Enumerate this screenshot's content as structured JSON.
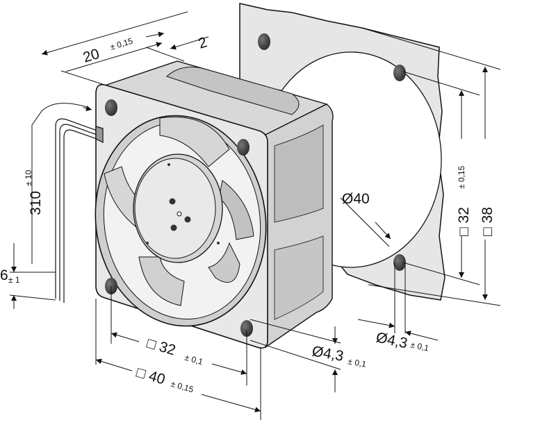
{
  "title": "Fan dimensional drawing",
  "dimensions": {
    "depth": {
      "value": "20",
      "tol": "± 0,15"
    },
    "flange": {
      "value": "2"
    },
    "cable_length": {
      "value": "310",
      "tol": "± 10"
    },
    "strip_length": {
      "value": "6",
      "tol": "± 1"
    },
    "hole_pitch_cutout": {
      "value": "□ 32",
      "tol": "± 0,15"
    },
    "cutout_size": {
      "value": "□ 38"
    },
    "cutout_diameter": {
      "value": "Ø40"
    },
    "cutout_hole": {
      "value": "Ø4,3",
      "tol": "± 0,1"
    },
    "hole_pitch": {
      "value": "□ 32",
      "tol": "± 0,1"
    },
    "frame_size": {
      "value": "□ 40",
      "tol": "± 0,15"
    },
    "mount_hole": {
      "value": "Ø4,3",
      "tol": "± 0,1"
    }
  },
  "colors": {
    "body": "#e4e4e4",
    "shade": "#c8c8c8",
    "gasket": "#e6e6e6"
  }
}
